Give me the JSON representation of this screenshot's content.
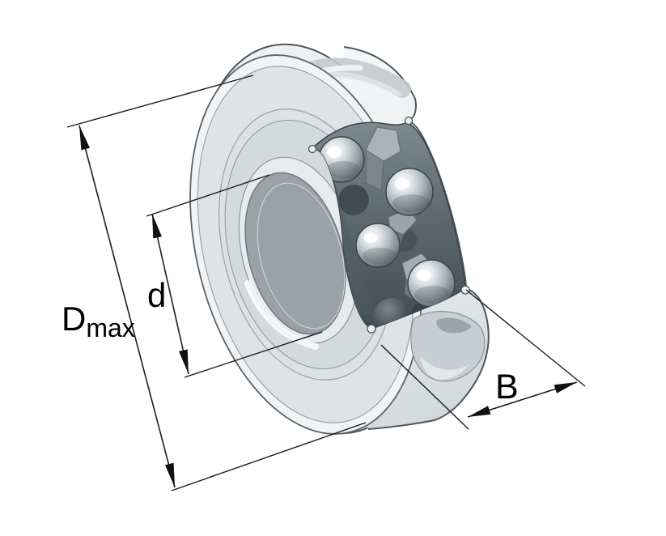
{
  "diagram": {
    "description": "Track roller ball bearing with dimension annotations",
    "labels": {
      "outer_diameter_main": "D",
      "outer_diameter_sub": "max",
      "bore_diameter": "d",
      "width": "B"
    },
    "colors": {
      "background": "#ffffff",
      "dimension_line": "#1c1c1c",
      "steel_light": "#eef0f1",
      "steel_mid": "#c6ccd0",
      "steel_dark": "#5a666c",
      "cage_dark": "#414c52"
    }
  }
}
